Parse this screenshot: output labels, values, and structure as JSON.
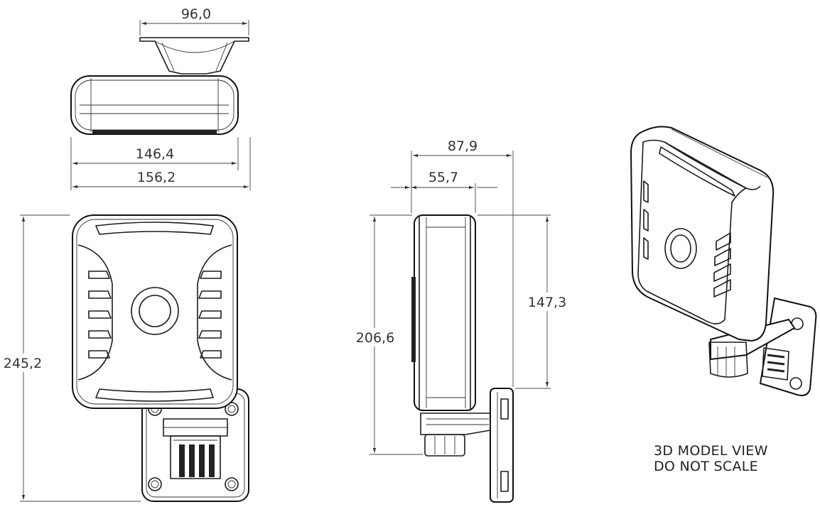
{
  "dimensions": {
    "top_mount_width": "96,0",
    "top_inner_width": "146,4",
    "top_overall_width": "156,2",
    "front_overall_height": "245,2",
    "side_overall_depth": "87,9",
    "side_body_depth": "55,7",
    "side_overall_height": "206,6",
    "side_body_height": "147,3"
  },
  "note": {
    "line1": "3D MODEL VIEW",
    "line2": "DO NOT SCALE"
  },
  "colors": {
    "line": "#1a1a1a",
    "text": "#333333",
    "background": "#ffffff"
  }
}
